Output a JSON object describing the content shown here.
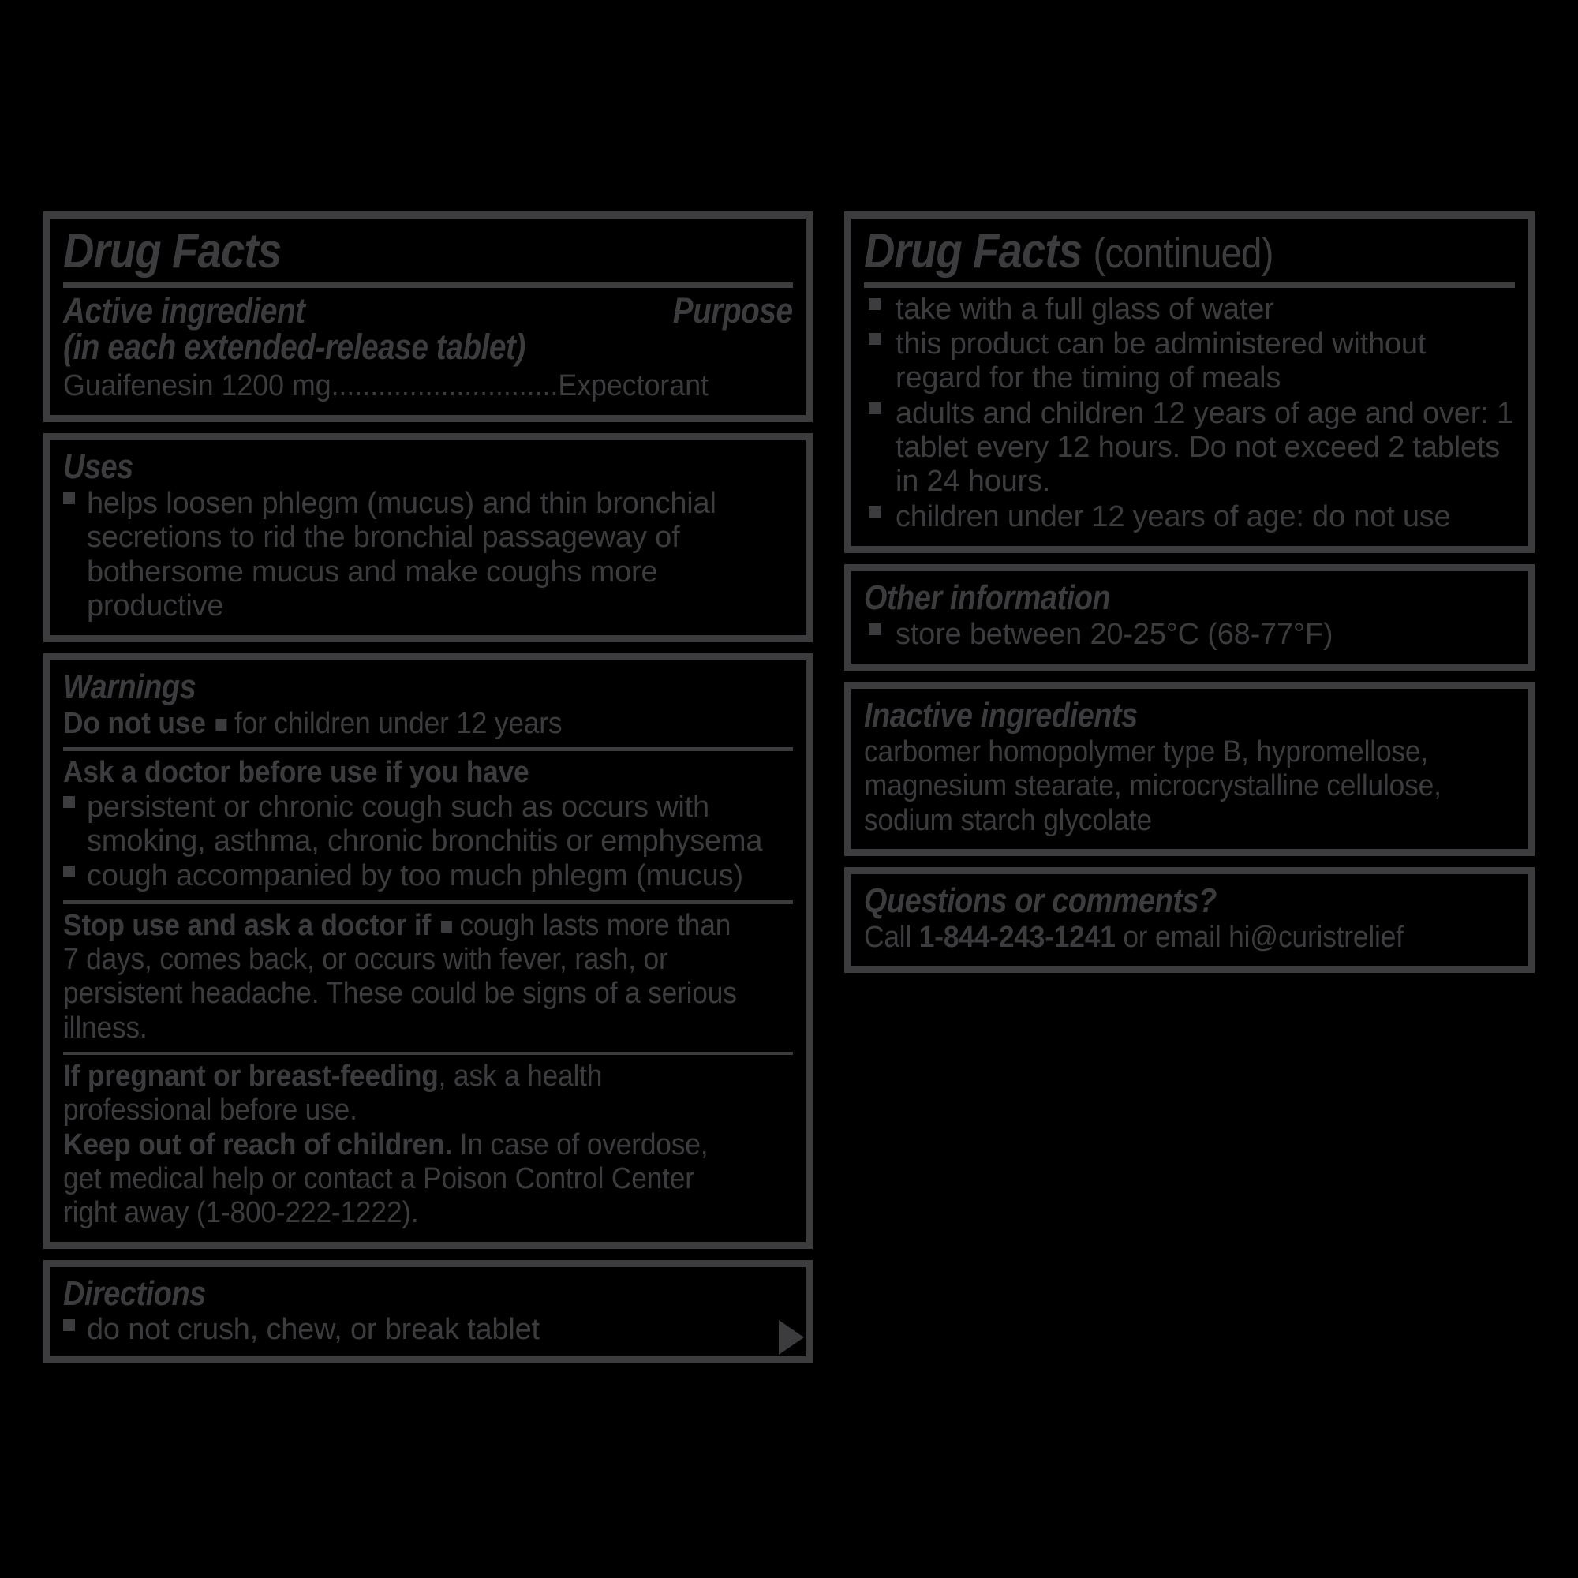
{
  "colors": {
    "background": "#000000",
    "ink": "#3c3c3f"
  },
  "left": {
    "title": "Drug Facts",
    "active_ingredient": {
      "heading_left_line1": "Active ingredient",
      "heading_left_line2": "(in each extended-release tablet)",
      "heading_right": "Purpose",
      "ingredient_line": "Guaifenesin 1200 mg.............................Expectorant"
    },
    "uses": {
      "heading": "Uses",
      "bullets": [
        "helps loosen phlegm (mucus) and thin bronchial secretions to rid the bronchial passageway of bothersome mucus and make coughs more productive"
      ]
    },
    "warnings": {
      "heading": "Warnings",
      "do_not_use_label": "Do not use",
      "do_not_use_text": "for children under 12 years",
      "ask_doctor_label": "Ask a doctor before use if you have",
      "ask_doctor_bullets": [
        "persistent or chronic cough such as occurs with smoking, asthma, chronic bronchitis or emphysema",
        "cough accompanied by too much phlegm (mucus)"
      ],
      "stop_use_label": "Stop use and ask a doctor if",
      "stop_use_text": "cough lasts more than 7 days, comes back, or occurs with fever, rash, or persistent headache. These could be signs of a serious illness.",
      "pregnancy_label": "If pregnant or breast-feeding",
      "pregnancy_text": ", ask a health professional before use.",
      "keep_out_label": "Keep out of reach of children.",
      "keep_out_text": "In case of overdose, get medical help or contact a Poison Control Center right away (1-800-222-1222)."
    },
    "directions": {
      "heading": "Directions",
      "bullets": [
        "do not crush, chew, or break tablet"
      ],
      "continuation_icon": "right-triangle-arrow"
    }
  },
  "right": {
    "title_main": "Drug Facts",
    "title_suffix": "(continued)",
    "directions_continued_bullets": [
      "take with a full glass of water",
      "this product can be administered without regard for the timing of meals",
      "adults and children 12 years of age and over: 1 tablet every 12 hours. Do not exceed 2 tablets in 24 hours.",
      "children under 12 years of age: do not use"
    ],
    "other_information": {
      "heading": "Other information",
      "bullets": [
        "store between 20-25°C (68-77°F)"
      ]
    },
    "inactive_ingredients": {
      "heading": "Inactive ingredients",
      "text": "carbomer homopolymer type B, hypromellose, magnesium stearate, microcrystalline cellulose, sodium starch glycolate"
    },
    "questions": {
      "heading": "Questions or comments?",
      "call_prefix": "Call",
      "phone": "1-844-243-1241",
      "email_prefix": "or email",
      "email": "hi@curistrelief"
    }
  }
}
